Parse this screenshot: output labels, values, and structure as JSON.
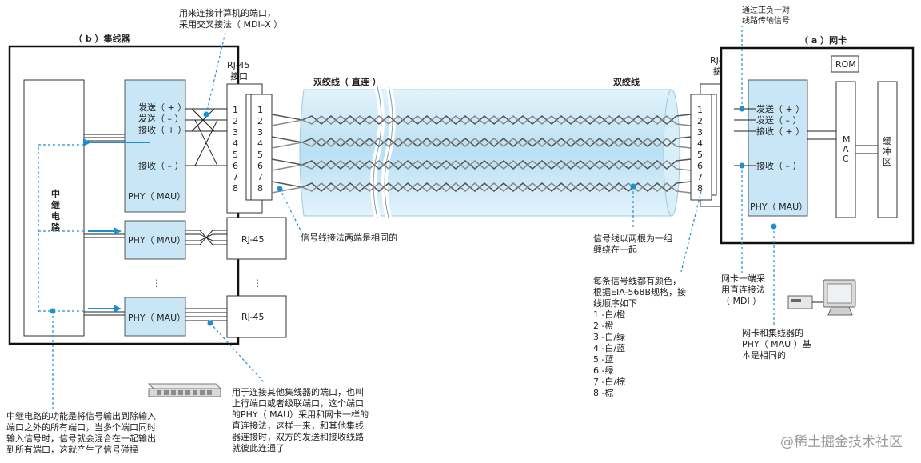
{
  "hub": {
    "title": "（ b ）集线器",
    "relay_label": [
      "中",
      "继",
      "电",
      "路"
    ],
    "phy_main": "PHY（ MAU）",
    "phy_small": "PHY（ MAU）",
    "ports": [
      "发送（ + ）",
      "发送（ – ）",
      "接收（ + ）",
      "接收（ – ）"
    ],
    "rj45_label": "RJ-45",
    "ellipsis": "⋮"
  },
  "nic": {
    "title": "（ a ）网卡",
    "rom": "ROM",
    "mac": [
      "M",
      "A",
      "C"
    ],
    "buffer": [
      "缓",
      "冲",
      "区"
    ],
    "phy": "PHY（ MAU）",
    "ports": [
      "发送（ + ）",
      "发送（ – ）",
      "接收（ + ）",
      "接收（ – ）"
    ]
  },
  "connector": {
    "label_line1": "RJ-45",
    "label_line2": "接口",
    "pins": [
      "1",
      "2",
      "3",
      "4",
      "5",
      "6",
      "7",
      "8"
    ]
  },
  "cable": {
    "left_label": "双绞线（ 直连 ）",
    "right_label": "双绞线"
  },
  "annotations": {
    "mdix": [
      "用来连接计算机的端口，",
      "采用交叉接法（ MDI–X ）"
    ],
    "signal_pair": [
      "通过正负一对",
      "线路传输信号"
    ],
    "same_both_ends": "信号线接法两端是相同的",
    "twisted": [
      "信号线以两根为一组",
      "缠绕在一起"
    ],
    "colors": [
      "每条信号线都有颜色，",
      "根据EIA-568B规格，接",
      "线顺序如下",
      "1 -白/橙",
      "2 -橙",
      "3 -白/绿",
      "4 -白/蓝",
      "5 -蓝",
      "6 -绿",
      "7 -白/棕",
      "8 -棕"
    ],
    "mdi": [
      "网卡一端采",
      "用直连接法",
      "（ MDI ）"
    ],
    "same_phy": [
      "网卡和集线器的",
      "PHY（ MAU ）基",
      "本是相同的"
    ],
    "uplink": [
      "用于连接其他集线器的端口，也叫",
      "上行端口或者级联端口，这个端口",
      "的PHY（ MAU）采用和网卡一样的",
      "直连接法，这样一来，和其他集线",
      "器连接时，双方的发送和接收线路",
      "就彼此连通了"
    ],
    "relay": [
      "中继电路的功能是将信号输出到除输入",
      "端口之外的所有端口，当多个端口同时",
      "输入信号时，信号就会混合在一起输出",
      "到所有端口，这就产生了信号碰撞"
    ]
  },
  "watermark": "@稀土掘金技术社区",
  "colors": {
    "accent": "#1c8fd0",
    "phy_fill": "#c8e6f5",
    "cable_fill": "#bfe3f4"
  }
}
